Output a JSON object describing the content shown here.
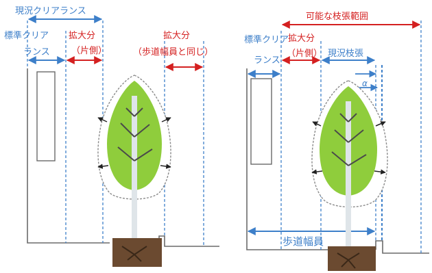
{
  "left_panel": {
    "current_clearance": "現況クリアランス",
    "standard_clearance_line1": "標準クリア",
    "standard_clearance_line2": "ランス",
    "expansion_one_side_line1": "拡大分",
    "expansion_one_side_line2": "（片側）",
    "expansion_sidewalk_line1": "拡大分",
    "expansion_sidewalk_line2": "（歩道幅員と同じ）"
  },
  "right_panel": {
    "possible_branch_range": "可能な枝張範囲",
    "standard_clearance_line1": "標準クリア",
    "standard_clearance_line2": "ランス",
    "expansion_line1": "拡大分",
    "expansion_line2": "（片側）",
    "current_branch_spread": "現況枝張",
    "offset_label": "α",
    "sidewalk_width": "歩道幅員"
  },
  "colors": {
    "blue": "#3d7fc9",
    "red": "#d42020",
    "leaf_green": "#8fcd3c",
    "trunk": "#dfe5e9",
    "soil": "#6b4a30"
  }
}
